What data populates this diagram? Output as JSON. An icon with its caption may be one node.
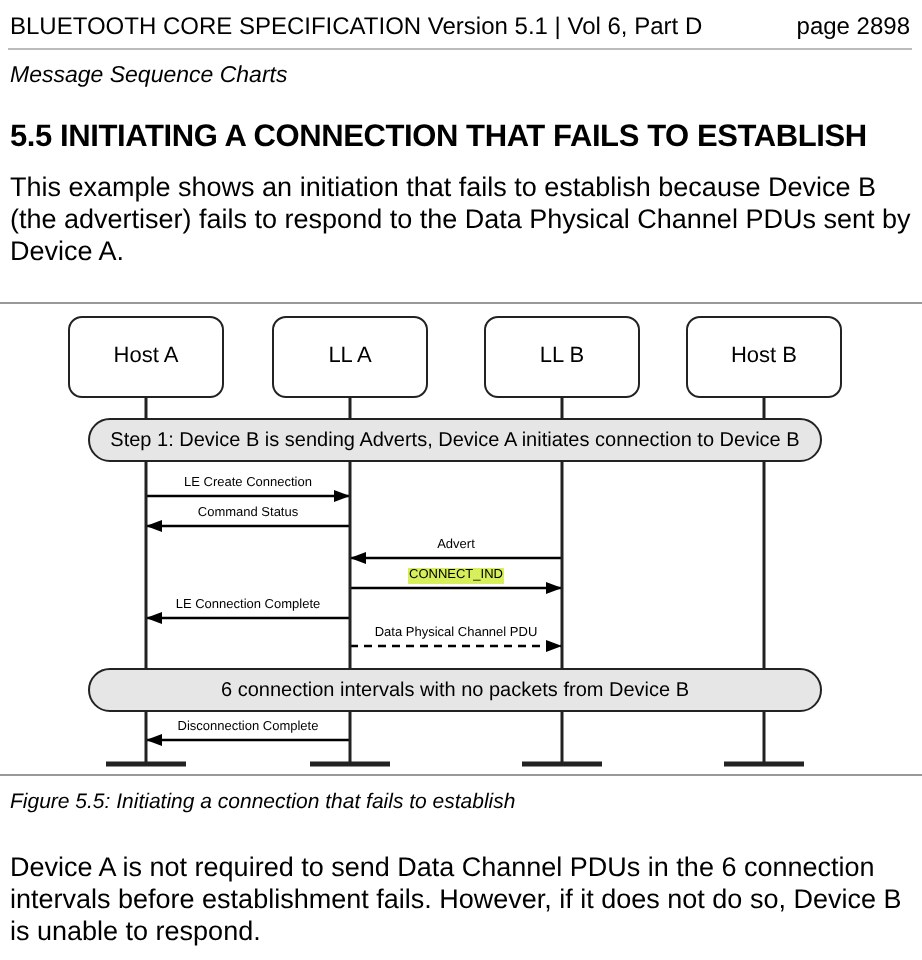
{
  "diagram": {
    "title": "5.5 INITIATING A CONNECTION THAT FAILS TO ESTABLISH",
    "caption": "Figure 5.5: Initiating a connection that fails to establish",
    "nodes": [
      {
        "text": [
          "Host A"
        ]
      },
      {
        "text": [
          "LL A"
        ]
      },
      {
        "text": [
          "LL B"
        ]
      },
      {
        "text": [
          "Host B"
        ]
      },
      {
        "text": [
          "Step 1: Device B is sending Adverts, Device A initiates connection to Device B"
        ]
      },
      {
        "text": [
          "6 connection intervals with no packets from Device B"
        ]
      }
    ],
    "edges": [
      {
        "from": 0,
        "to": 1,
        "arrow": "to",
        "label": "LE Create Connection"
      },
      {
        "from": 1,
        "to": 0,
        "arrow": "to",
        "label": "Command Status"
      },
      {
        "from": 2,
        "to": 1,
        "arrow": "to",
        "label": "Advert"
      },
      {
        "from": 1,
        "to": 2,
        "arrow": "to",
        "label": "CONNECT_IND"
      },
      {
        "from": 1,
        "to": 0,
        "arrow": "to",
        "label": "LE Connection Complete"
      },
      {
        "from": 1,
        "to": 2,
        "arrow": "to",
        "label": "Data Physical Channel PDU",
        "style": "dashed"
      },
      {
        "from": 1,
        "to": 0,
        "arrow": "to",
        "label": "Disconnection Complete"
      }
    ],
    "labels": [
      "BLUETOOTH CORE SPECIFICATION Version 5.1 | Vol 6, Part D",
      "page 2898",
      "Message Sequence Charts",
      "This example shows an initiation that fails to establish because Device B (the advertiser) fails to respond to the Data Physical Channel PDUs sent by Device A.",
      "Device A is not required to send Data Channel PDUs in the 6 connection intervals before establishment fails. However, if it does not do so, Device B is unable to respond."
    ]
  }
}
